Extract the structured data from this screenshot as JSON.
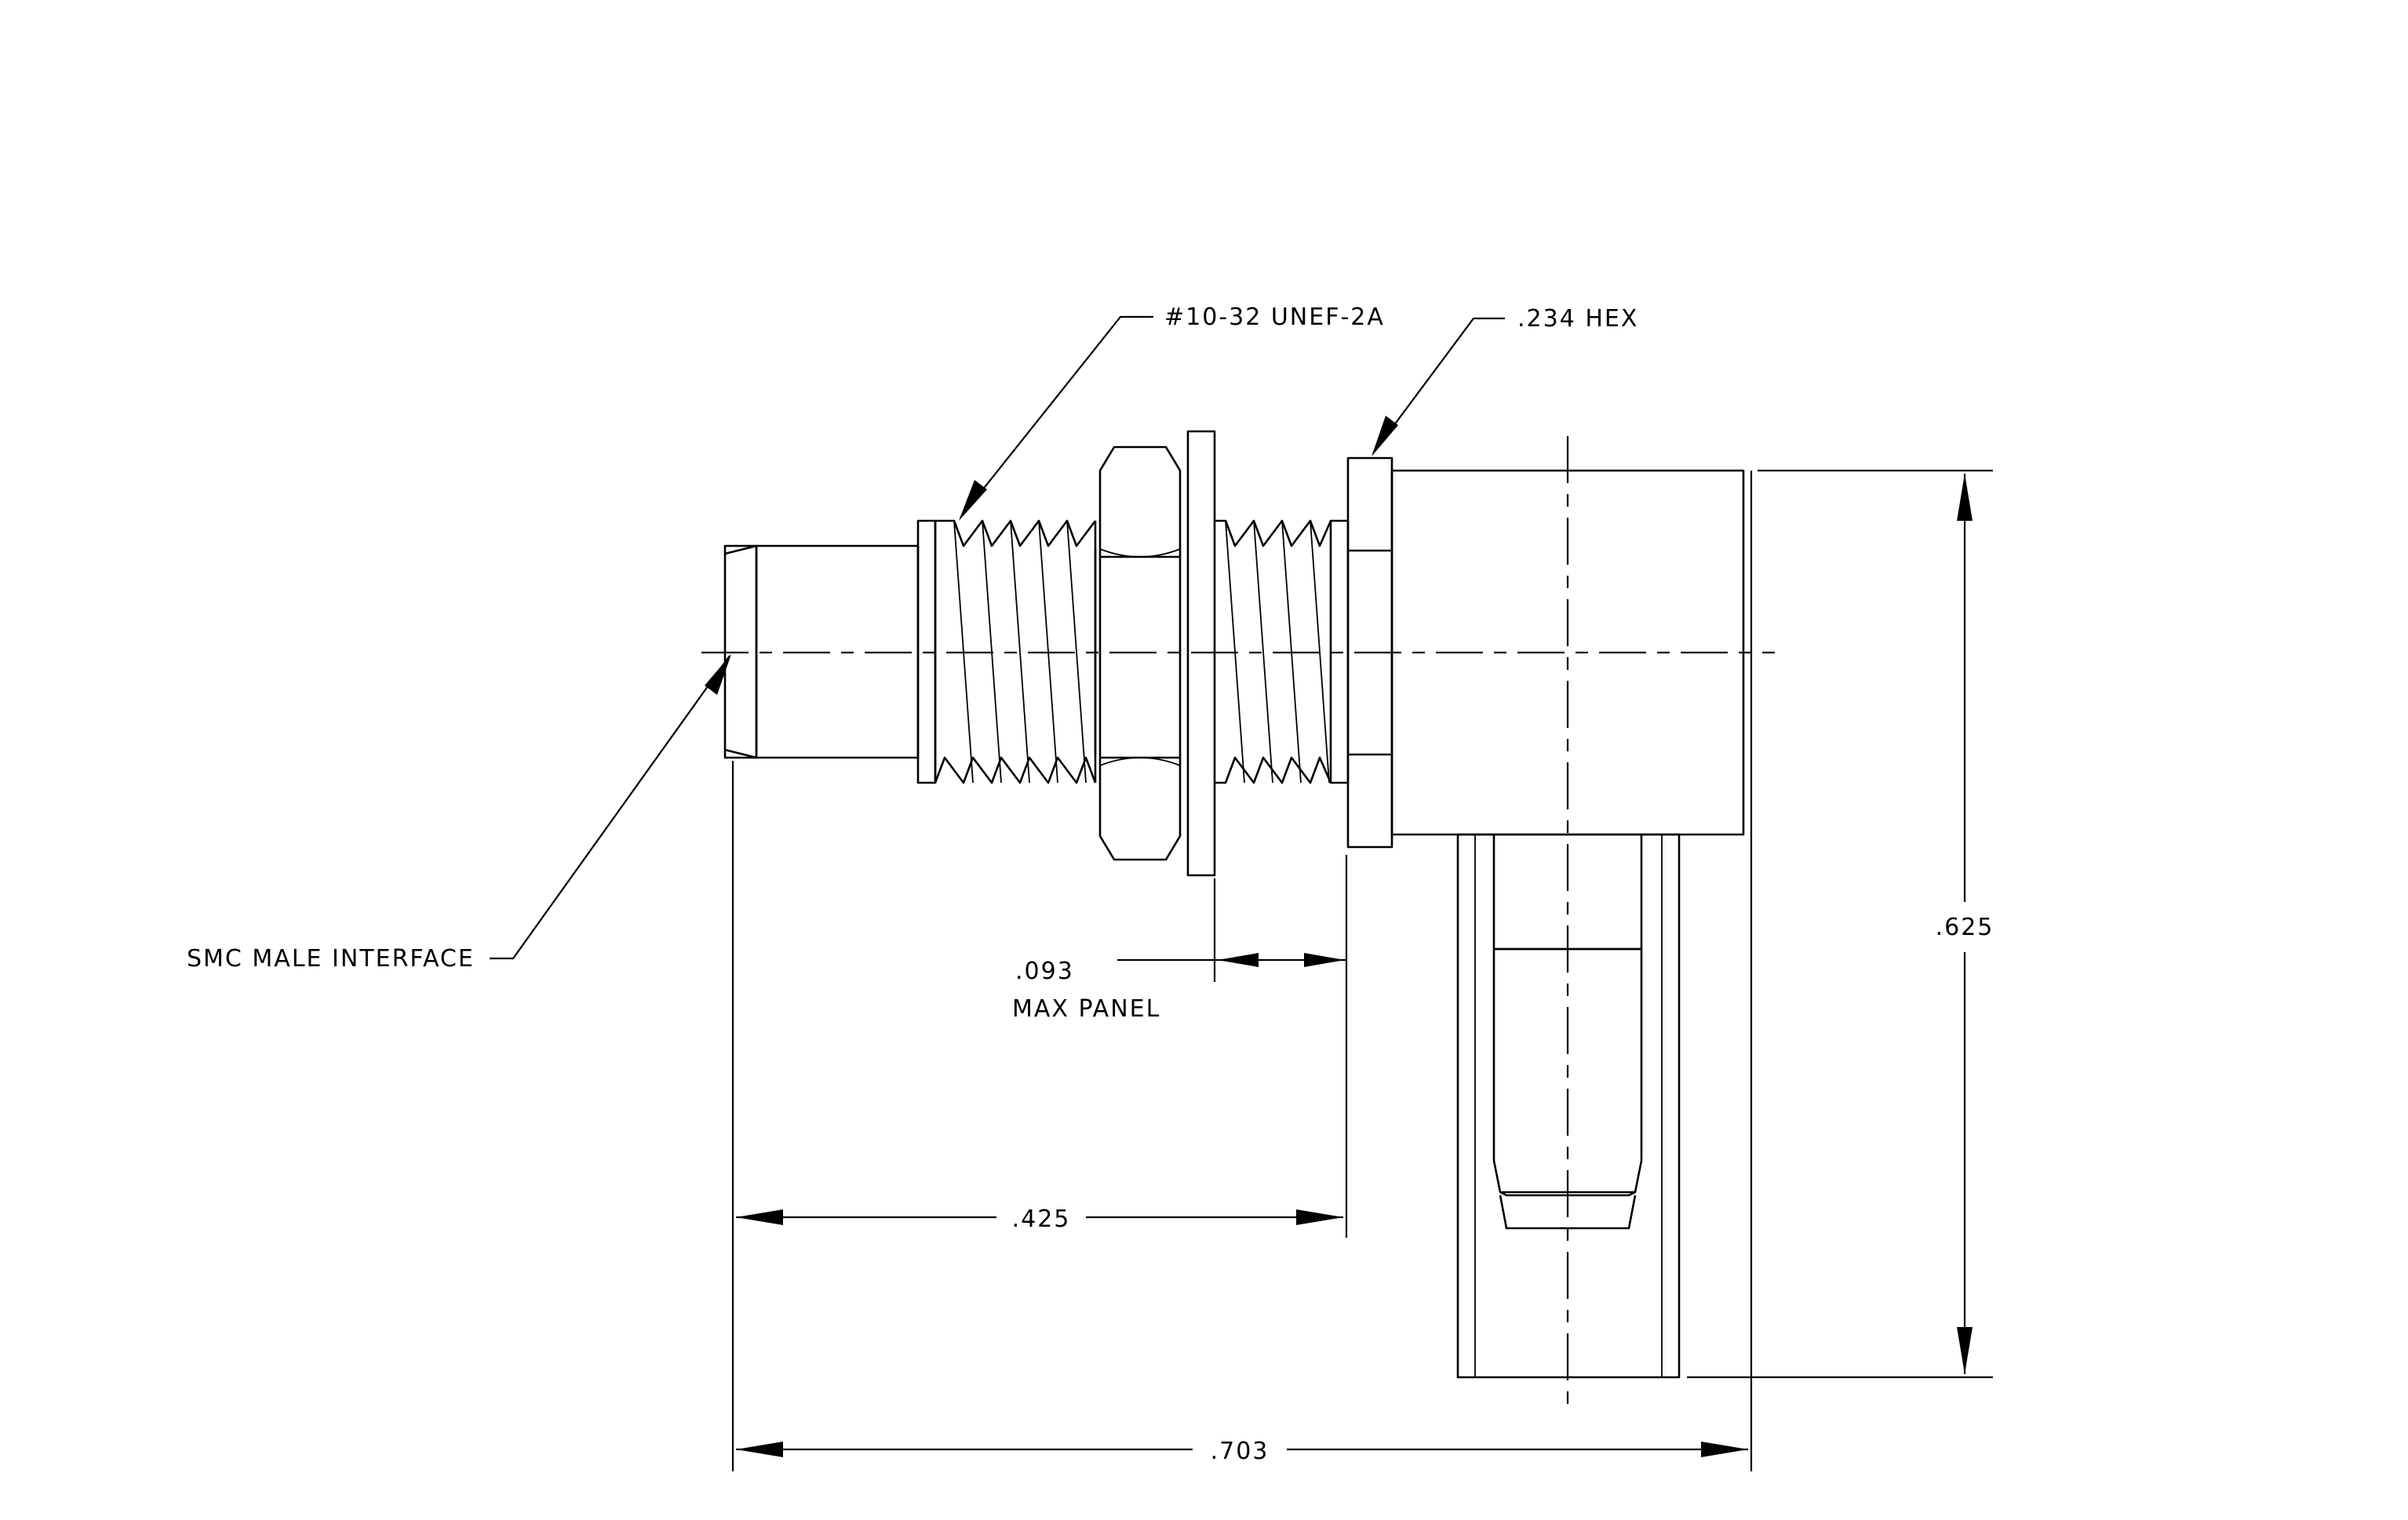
{
  "drawing": {
    "labels": {
      "thread": "#10-32 UNEF-2A",
      "hex": ".234 HEX",
      "interface": "SMC MALE INTERFACE",
      "panel_value": ".093",
      "panel_text": "MAX PANEL",
      "dim_height": ".625",
      "dim_flange": ".425",
      "dim_overall": ".703"
    },
    "colors": {
      "line": "#000000",
      "background": "#ffffff"
    }
  }
}
